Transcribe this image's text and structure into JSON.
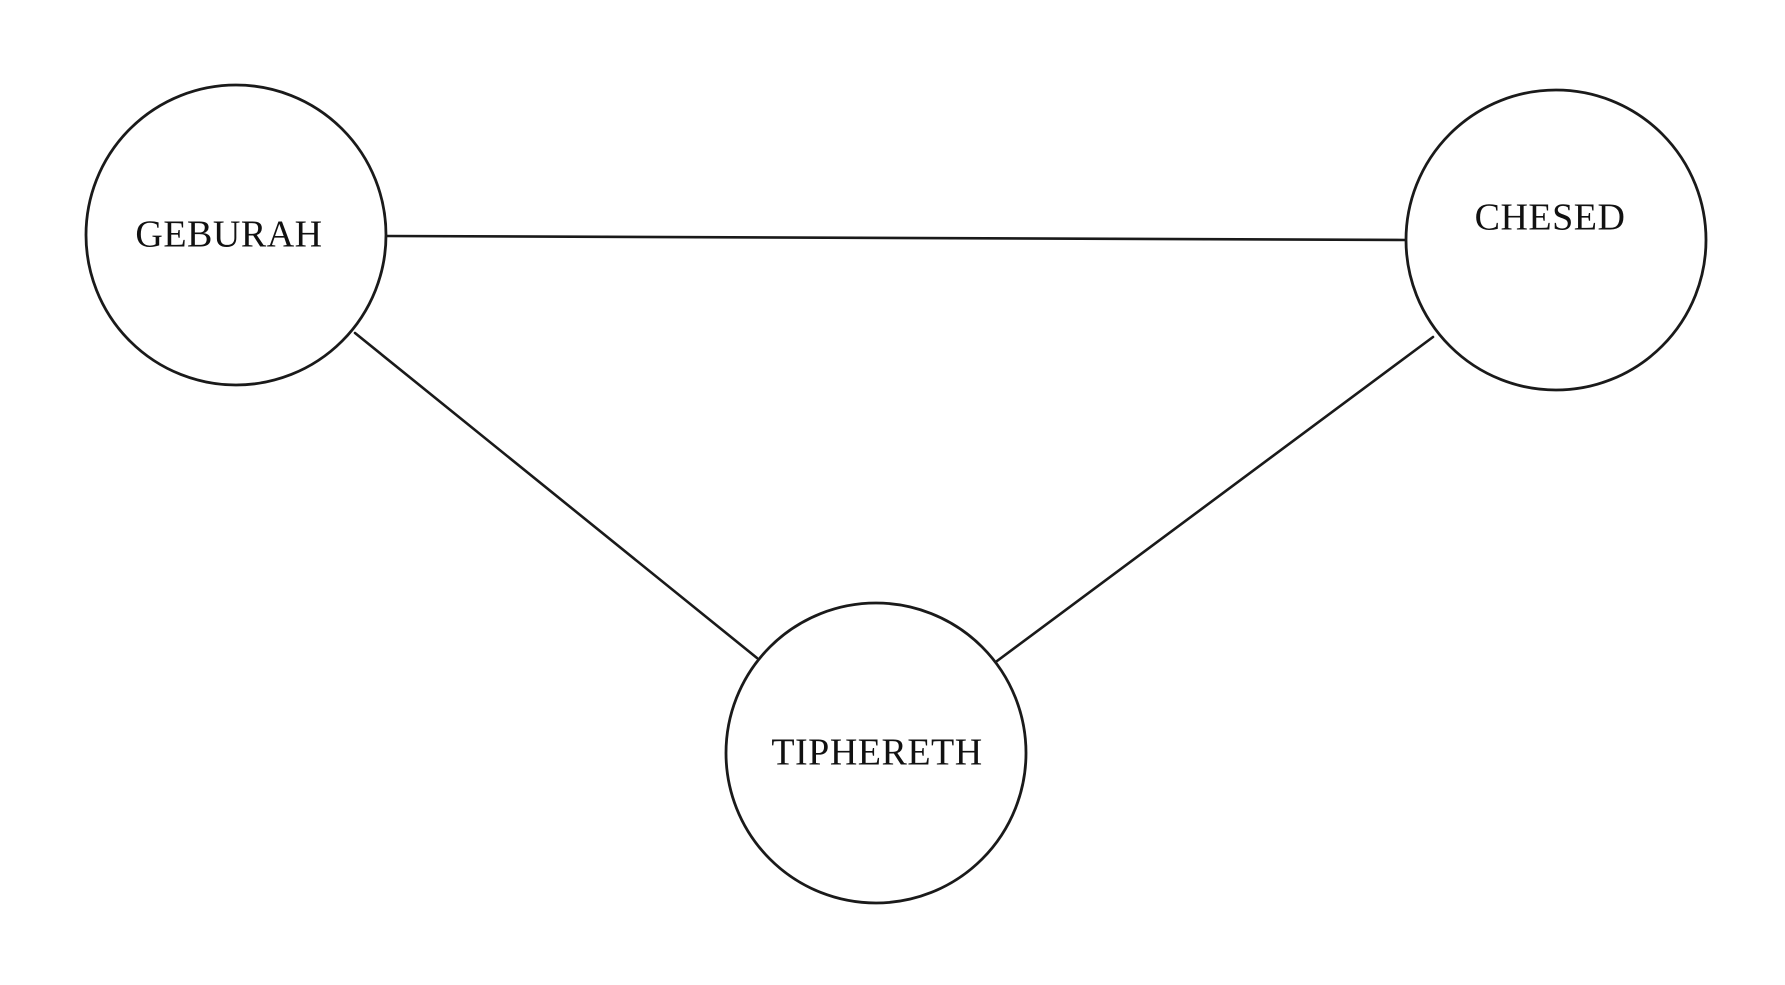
{
  "diagram": {
    "nodes": [
      {
        "id": "geburah",
        "label": "GEBURAH"
      },
      {
        "id": "chesed",
        "label": "CHESED"
      },
      {
        "id": "tiphereth",
        "label": "TIPHERETH"
      }
    ],
    "edges": [
      {
        "from": "geburah",
        "to": "chesed"
      },
      {
        "from": "geburah",
        "to": "tiphereth"
      },
      {
        "from": "chesed",
        "to": "tiphereth"
      }
    ],
    "colors": {
      "stroke": "#1a1a1a",
      "background": "#ffffff"
    }
  }
}
